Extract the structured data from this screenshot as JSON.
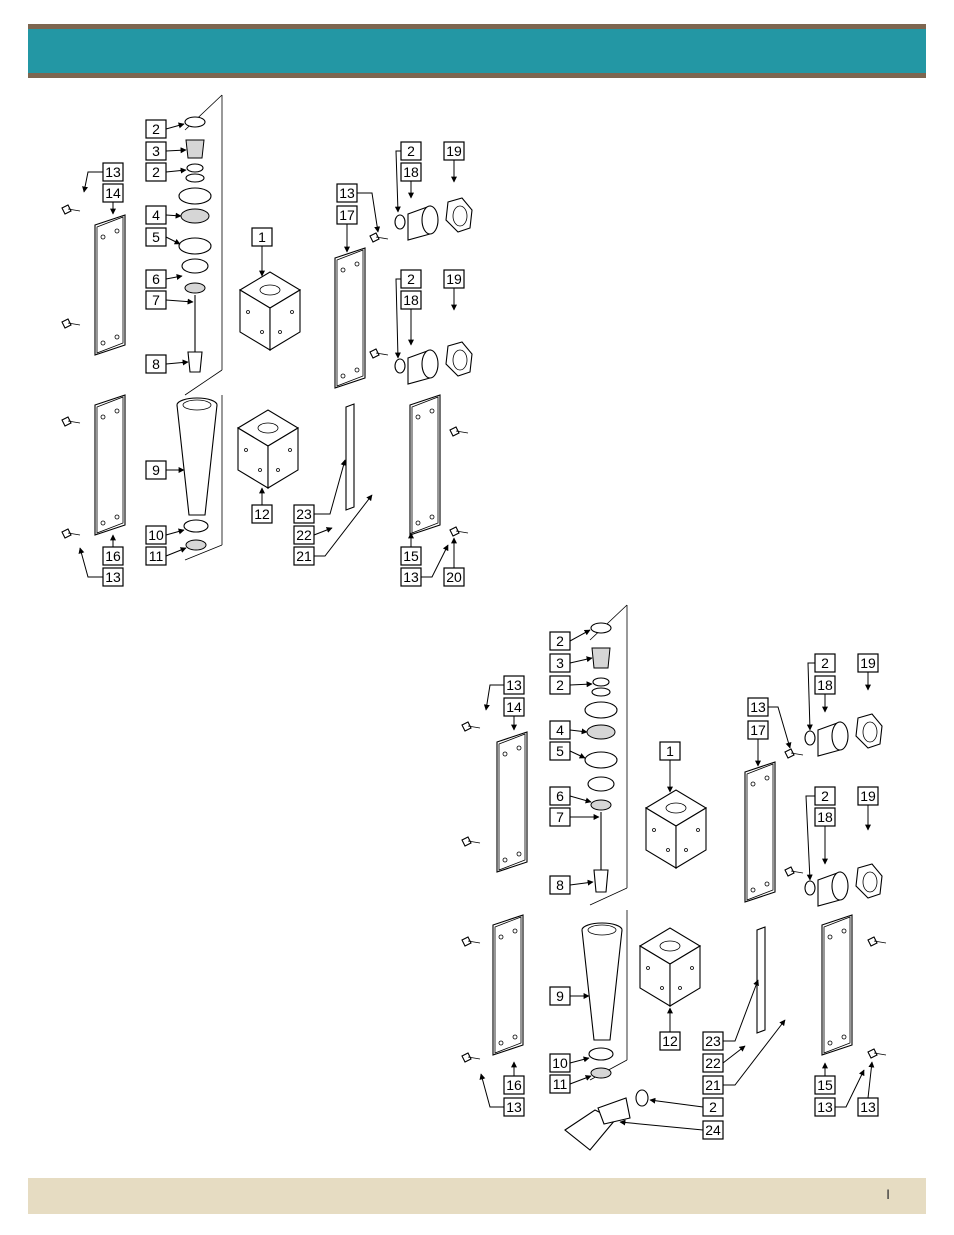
{
  "header": {
    "title": ""
  },
  "footer": {
    "page_mark": "I"
  },
  "diagram_top": {
    "callouts": [
      "2",
      "3",
      "2",
      "4",
      "5",
      "6",
      "7",
      "8",
      "9",
      "10",
      "11",
      "1",
      "12",
      "13",
      "14",
      "16",
      "13",
      "13",
      "17",
      "2",
      "18",
      "19",
      "2",
      "18",
      "19",
      "23",
      "22",
      "21",
      "15",
      "13",
      "20"
    ]
  },
  "diagram_bottom": {
    "callouts": [
      "2",
      "3",
      "2",
      "4",
      "5",
      "6",
      "7",
      "8",
      "9",
      "10",
      "11",
      "1",
      "12",
      "13",
      "14",
      "16",
      "13",
      "13",
      "17",
      "2",
      "18",
      "19",
      "2",
      "18",
      "19",
      "23",
      "22",
      "21",
      "15",
      "13",
      "13",
      "2",
      "24"
    ]
  }
}
